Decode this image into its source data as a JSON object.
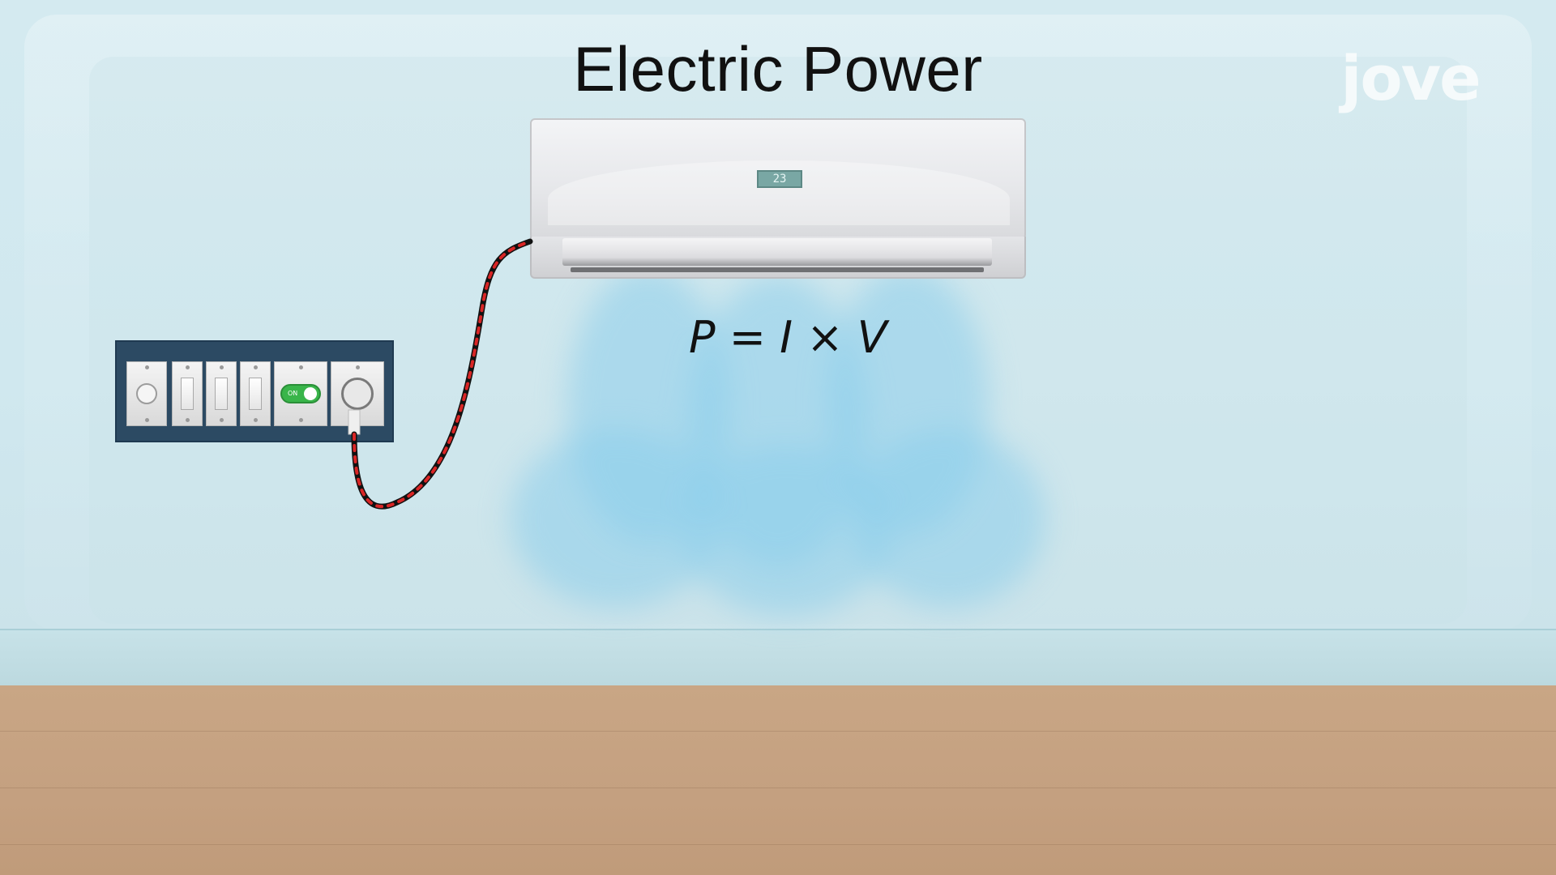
{
  "scene": {
    "title": "Electric Power",
    "logo_text": "jove",
    "formula": "P = I × V",
    "ac_unit": {
      "display_value": "23"
    },
    "switch_panel": {
      "toggle_label": "ON"
    }
  },
  "colors": {
    "wall": "#d0e8ef",
    "floor": "#c4a080",
    "panel": "#2c4a63",
    "toggle_on": "#39b54a",
    "cord_black": "#111111",
    "cord_red": "#d92626",
    "airflow": "#8ccdeb"
  },
  "icons": {
    "logo": "jove-logo-icon",
    "socket": "power-socket-icon",
    "plug": "power-plug-icon"
  }
}
